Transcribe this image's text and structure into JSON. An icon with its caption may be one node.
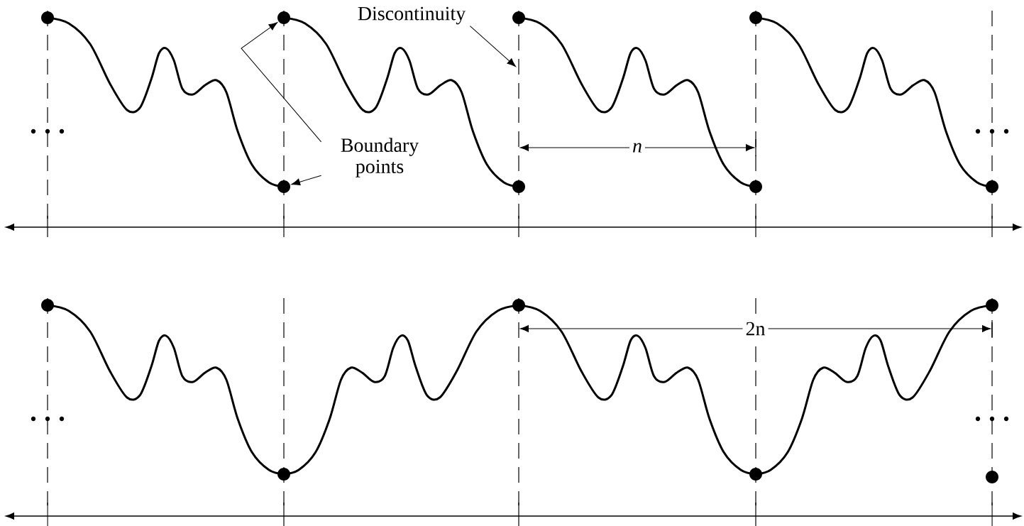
{
  "diagram": {
    "nodes": [
      {
        "text": [
          "Discontinuity"
        ]
      },
      {
        "text": [
          "Boundary points"
        ]
      },
      {
        "text": [],
        "shape": "circle"
      },
      {
        "text": [],
        "shape": "circle"
      }
    ],
    "edges": [
      {
        "from": 0,
        "to": null,
        "arrow": "to"
      },
      {
        "from": 1,
        "to": 2,
        "arrow": "to"
      },
      {
        "from": 1,
        "to": 3,
        "arrow": "to"
      }
    ],
    "labels": [
      "n",
      "2n"
    ]
  }
}
